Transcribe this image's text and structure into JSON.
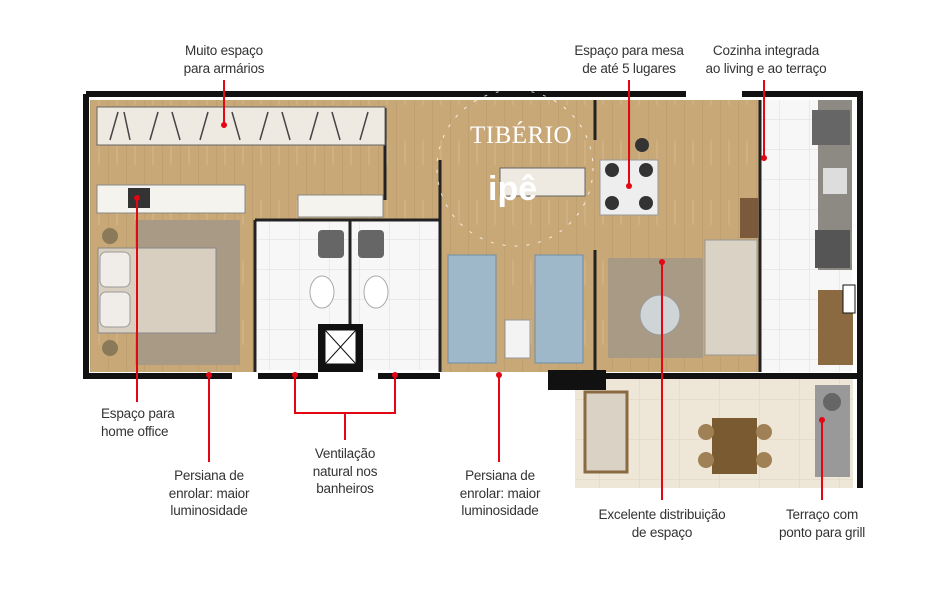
{
  "annotations": {
    "wardrobe": [
      "Muito espaço",
      "para armários"
    ],
    "dining": [
      "Espaço para mesa",
      "de até 5 lugares"
    ],
    "kitchen": [
      "Cozinha integrada",
      "ao living e ao terraço"
    ],
    "home_office": [
      "Espaço para",
      "home office"
    ],
    "blind_left": [
      "Persiana de",
      "enrolar: maior",
      "luminosidade"
    ],
    "ventilation": [
      "Ventilação",
      "natural nos",
      "banheiros"
    ],
    "blind_right": [
      "Persiana de",
      "enrolar: maior",
      "luminosidade"
    ],
    "distribution": [
      "Excelente distribuição",
      "de espaço"
    ],
    "terrace": [
      "Terraço com",
      "ponto para grill"
    ]
  },
  "watermark": {
    "brand": "TIBÉRIO",
    "sub": "ipê",
    "ring": "TIBÉRIO • IPÊ • TIBÉRIO • IPÊ •"
  },
  "colors": {
    "accent": "#e30613",
    "text": "#333333",
    "wood": "#c9a878",
    "tile": "#f4f4f4",
    "wall": "#111111",
    "terrace": "#ece5d6",
    "bed_blue": "#9fb8c9",
    "rug": "#a99a86"
  }
}
